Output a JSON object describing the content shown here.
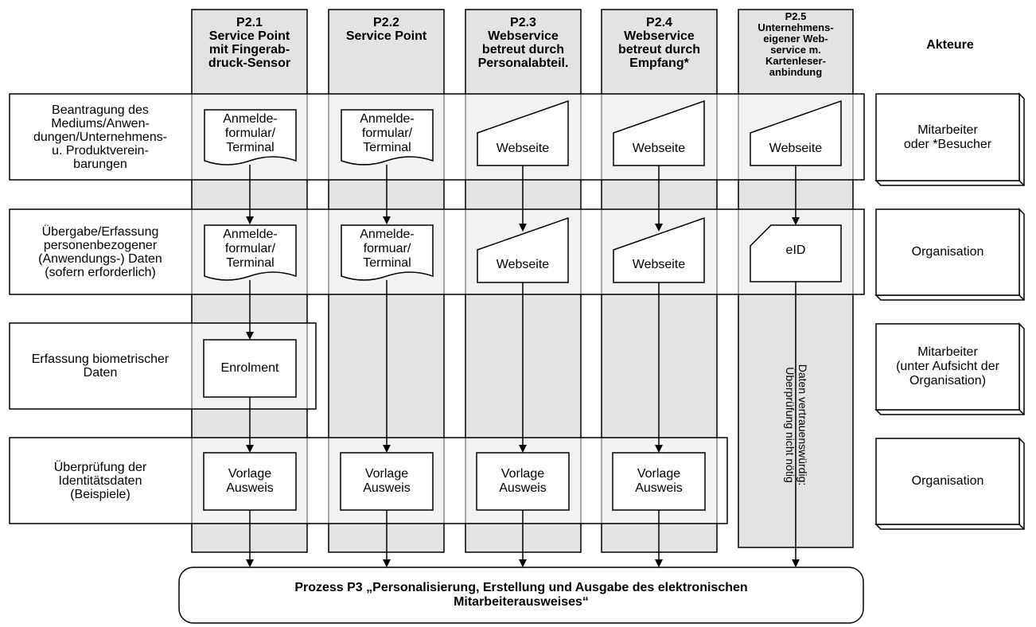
{
  "columns": [
    {
      "id": "p21",
      "title": "P2.1\nService Point\nmit Fingerab-\ndruck-Sensor"
    },
    {
      "id": "p22",
      "title": "P2.2\nService Point"
    },
    {
      "id": "p23",
      "title": "P2.3\nWebservice\nbetreut durch\nPersonalabteil."
    },
    {
      "id": "p24",
      "title": "P2.4\nWebservice\nbetreut durch\nEmpfang*"
    },
    {
      "id": "p25",
      "title": "P2.5\nUnternehmens-\neigener Web-\nservice m.\nKartenleser-\nanbindung"
    }
  ],
  "actors_heading": "Akteure",
  "rows": [
    {
      "label": "Beantragung des\nMediums/Anwen-\ndungen/Unternehmens-\nu. Produktverein-\nbarungen",
      "actor": "Mitarbeiter\noder *Besucher"
    },
    {
      "label": "Übergabe/Erfassung\npersonenbezogener\n(Anwendungs-) Daten\n(sofern erforderlich)",
      "actor": "Organisation"
    },
    {
      "label": "Erfassung biometrischer\nDaten",
      "actor": "Mitarbeiter\n(unter Aufsicht der\nOrganisation)"
    },
    {
      "label": "Überprüfung der\nIdentitätsdaten\n(Beispiele)",
      "actor": "Organisation"
    }
  ],
  "shapes": {
    "r1_p21": "Anmelde-\nformular/\nTerminal",
    "r1_p22": "Anmelde-\nformular/\nTerminal",
    "r1_p23": "Webseite",
    "r1_p24": "Webseite",
    "r1_p25": "Webseite",
    "r2_p21": "Anmelde-\nformular/\nTerminal",
    "r2_p22": "Anmelde-\nformuar/\nTerminal",
    "r2_p23": "Webseite",
    "r2_p24": "Webseite",
    "r2_p25": "eID",
    "r3_p21": "Enrolment",
    "r4_p21": "Vorlage\nAusweis",
    "r4_p22": "Vorlage\nAusweis",
    "r4_p23": "Vorlage\nAusweis",
    "r4_p24": "Vorlage\nAusweis"
  },
  "p25_note": "Daten vertrauenswürdig:\nÜberprüfung nicht nötig",
  "process_box": "Prozess  P3 „Personalisierung, Erstellung und Ausgabe des elektronischen\nMitarbeiterausweises“"
}
